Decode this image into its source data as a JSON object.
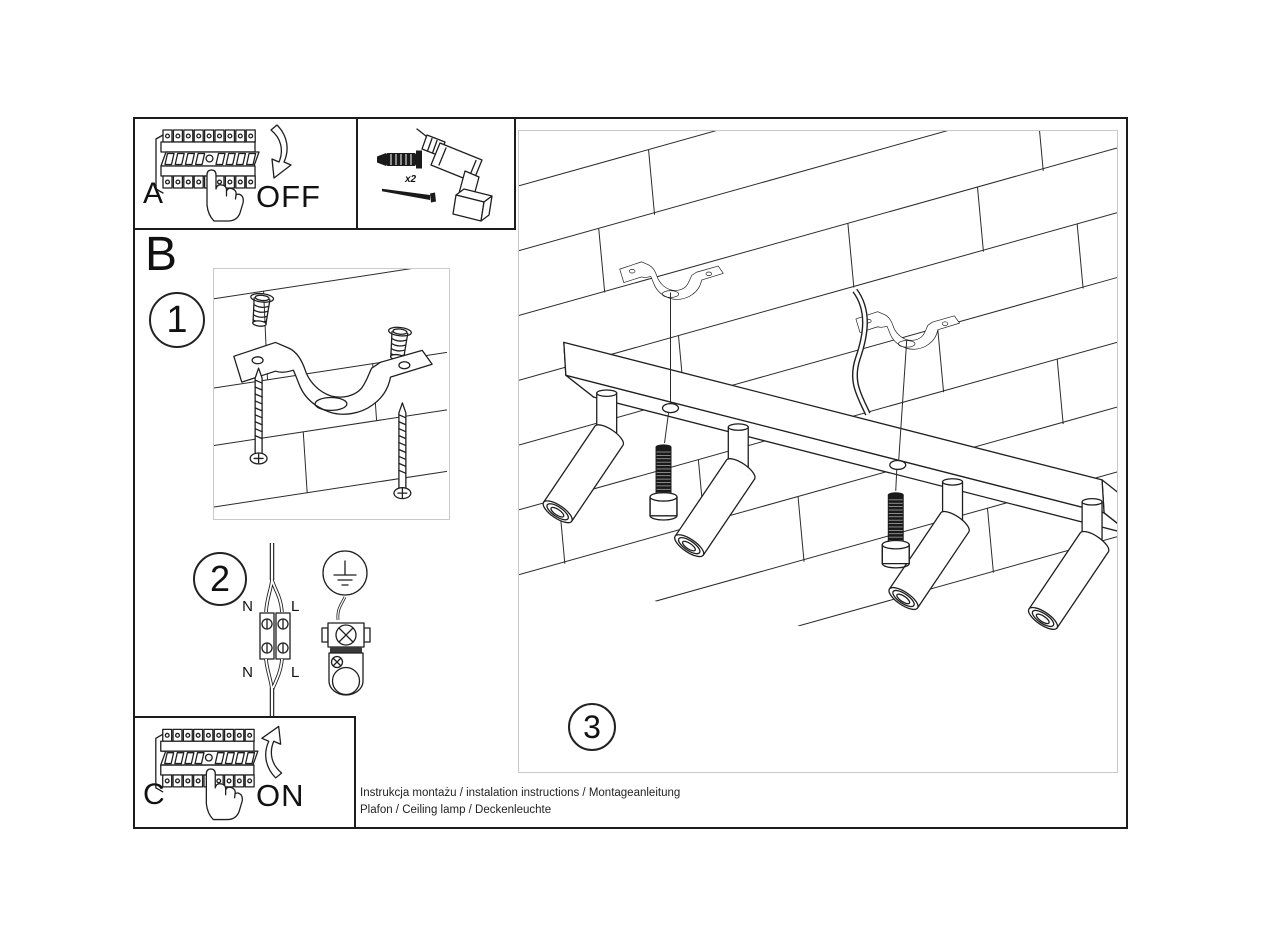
{
  "sheet": {
    "panel_a": {
      "letter": "A",
      "action_label": "OFF"
    },
    "tools": {
      "quantity_label": "x2"
    },
    "section_b_letter": "B",
    "steps": {
      "one": "1",
      "two": "2",
      "three": "3"
    },
    "wiring_labels": {
      "top_left": "N",
      "top_right": "L",
      "bottom_left": "N",
      "bottom_right": "L"
    },
    "panel_c": {
      "letter": "C",
      "action_label": "ON"
    },
    "footer": {
      "title_line": "Instrukcja montażu / instalation instructions / Montageanleitung",
      "product_line": "Plafon / Ceiling lamp / Deckenleuchte"
    }
  }
}
